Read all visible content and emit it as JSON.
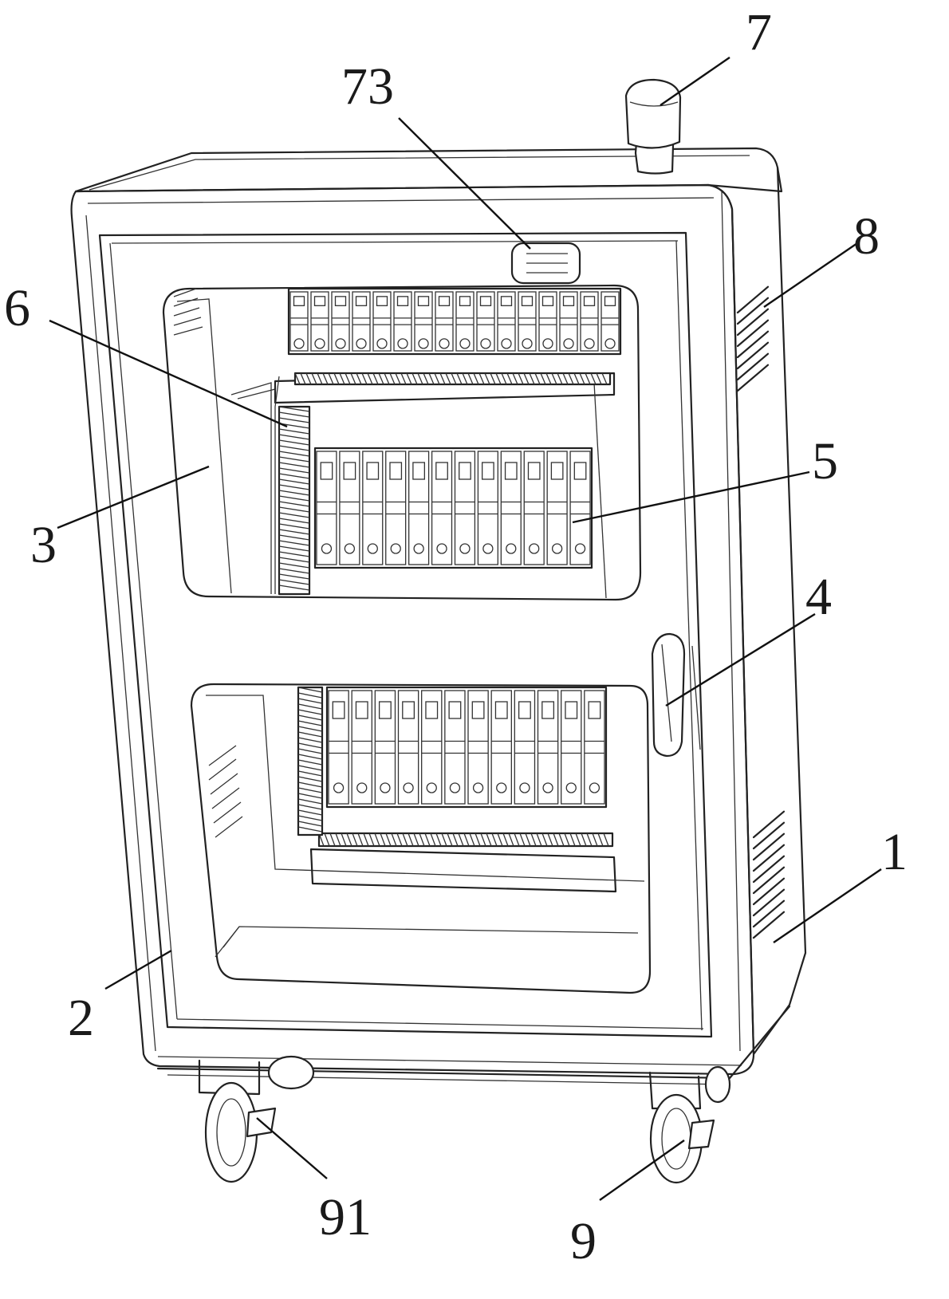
{
  "figure": {
    "labels": [
      {
        "id": "1",
        "text": "1"
      },
      {
        "id": "2",
        "text": "2"
      },
      {
        "id": "3",
        "text": "3"
      },
      {
        "id": "4",
        "text": "4"
      },
      {
        "id": "5",
        "text": "5"
      },
      {
        "id": "6",
        "text": "6"
      },
      {
        "id": "7",
        "text": "7"
      },
      {
        "id": "8",
        "text": "8"
      },
      {
        "id": "9",
        "text": "9"
      },
      {
        "id": "73",
        "text": "73"
      },
      {
        "id": "91",
        "text": "91"
      }
    ],
    "breaker_rows": [
      {
        "id": "top-row",
        "count": 16
      },
      {
        "id": "mid-row",
        "count": 12
      },
      {
        "id": "low-row",
        "count": 12
      }
    ]
  }
}
